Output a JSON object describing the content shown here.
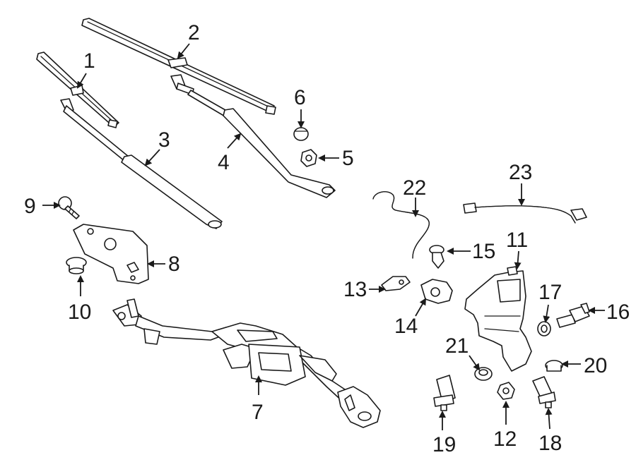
{
  "callouts": {
    "c1": "1",
    "c2": "2",
    "c3": "3",
    "c4": "4",
    "c5": "5",
    "c6": "6",
    "c7": "7",
    "c8": "8",
    "c9": "9",
    "c10": "10",
    "c11": "11",
    "c12": "12",
    "c13": "13",
    "c14": "14",
    "c15": "15",
    "c16": "16",
    "c17": "17",
    "c18": "18",
    "c19": "19",
    "c20": "20",
    "c21": "21",
    "c22": "22",
    "c23": "23"
  },
  "colors": {
    "line": "#1a1a1a",
    "background": "#ffffff"
  }
}
